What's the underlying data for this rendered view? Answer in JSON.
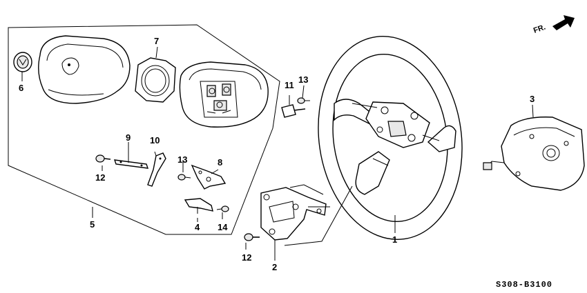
{
  "diagram": {
    "reference_code": "S308-B3100",
    "direction_label": "FR.",
    "part_numbers": {
      "p1": "1",
      "p2": "2",
      "p3": "3",
      "p4": "4",
      "p5": "5",
      "p6": "6",
      "p7": "7",
      "p8": "8",
      "p9": "9",
      "p10": "10",
      "p11": "11",
      "p12a": "12",
      "p12b": "12",
      "p13a": "13",
      "p13b": "13",
      "p14": "14"
    }
  }
}
